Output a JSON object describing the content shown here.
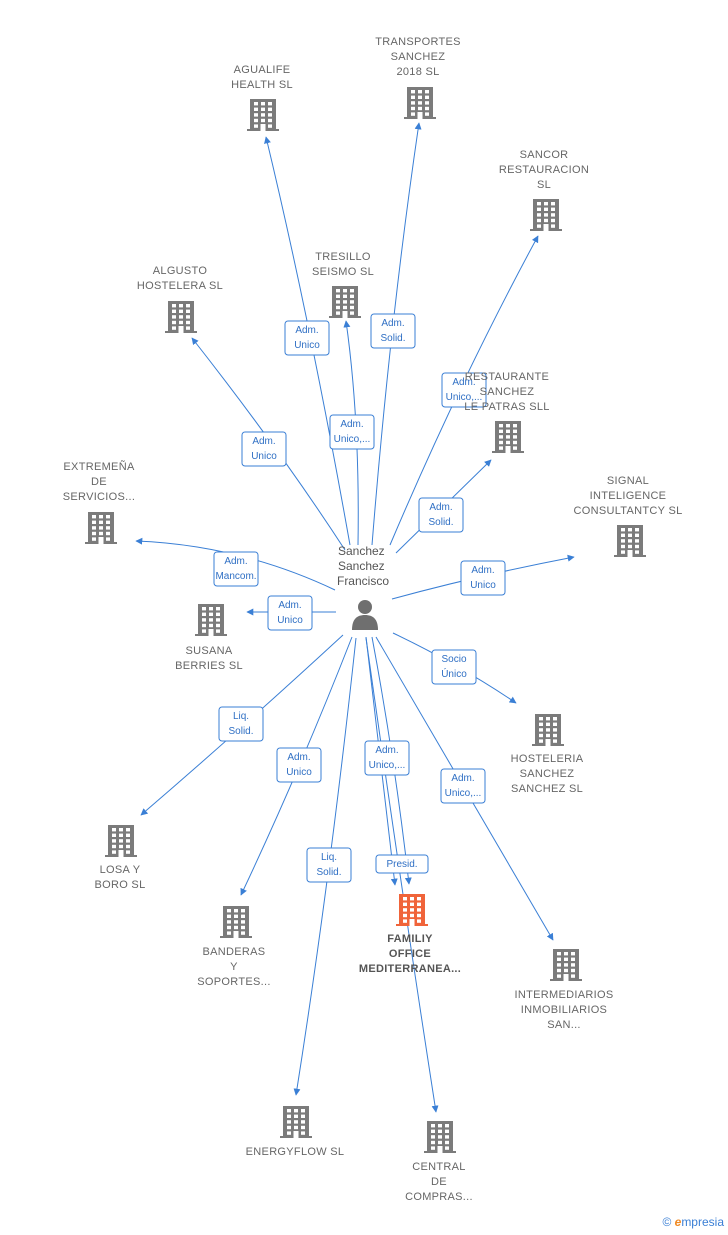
{
  "center": {
    "label": [
      "Sanchez",
      "Sanchez",
      "Francisco"
    ]
  },
  "companies": [
    {
      "id": "agualife",
      "label": [
        "AGUALIFE",
        "HEALTH SL"
      ]
    },
    {
      "id": "transportes",
      "label": [
        "TRANSPORTES",
        "SANCHEZ",
        "2018  SL"
      ]
    },
    {
      "id": "sancor",
      "label": [
        "SANCOR",
        "RESTAURACION",
        "SL"
      ]
    },
    {
      "id": "tresillo",
      "label": [
        "TRESILLO",
        "SEISMO SL"
      ]
    },
    {
      "id": "algusto",
      "label": [
        "ALGUSTO",
        "HOSTELERA SL"
      ]
    },
    {
      "id": "restaurante",
      "label": [
        "RESTAURANTE",
        "SANCHEZ",
        "LE PATRAS SLL"
      ]
    },
    {
      "id": "extremena",
      "label": [
        "EXTREMEÑA",
        "DE",
        "SERVICIOS..."
      ]
    },
    {
      "id": "signal",
      "label": [
        "SIGNAL",
        "INTELIGENCE",
        "CONSULTANTCY SL"
      ]
    },
    {
      "id": "susana",
      "label": [
        "SUSANA",
        "BERRIES  SL"
      ]
    },
    {
      "id": "hosteleria",
      "label": [
        "HOSTELERIA",
        "SANCHEZ",
        "SANCHEZ  SL"
      ]
    },
    {
      "id": "losa",
      "label": [
        "LOSA Y",
        "BORO SL"
      ]
    },
    {
      "id": "banderas",
      "label": [
        "BANDERAS",
        "Y",
        "SOPORTES..."
      ]
    },
    {
      "id": "familiy",
      "label": [
        "FAMILIY",
        "OFFICE",
        "MEDITERRANEA..."
      ],
      "highlight": true
    },
    {
      "id": "intermediarios",
      "label": [
        "INTERMEDIARIOS",
        "INMOBILIARIOS",
        "SAN..."
      ]
    },
    {
      "id": "energyflow",
      "label": [
        "ENERGYFLOW SL"
      ]
    },
    {
      "id": "central",
      "label": [
        "CENTRAL",
        "DE",
        "COMPRAS..."
      ]
    }
  ],
  "edges": [
    {
      "to": "agualife",
      "role": [
        "Adm.",
        "Unico"
      ]
    },
    {
      "to": "transportes",
      "role": [
        "Adm.",
        "Solid."
      ]
    },
    {
      "to": "sancor",
      "role": [
        "Adm.",
        "Unico,..."
      ]
    },
    {
      "to": "tresillo",
      "role": [
        "Adm.",
        "Unico,..."
      ]
    },
    {
      "to": "algusto",
      "role": [
        "Adm.",
        "Unico"
      ]
    },
    {
      "to": "restaurante",
      "role": [
        "Adm.",
        "Solid."
      ]
    },
    {
      "to": "extremena",
      "role": [
        "Adm.",
        "Mancom."
      ]
    },
    {
      "to": "signal",
      "role": [
        "Adm.",
        "Unico"
      ]
    },
    {
      "to": "susana",
      "role": [
        "Adm.",
        "Unico"
      ]
    },
    {
      "to": "hosteleria",
      "role": [
        "Socio",
        "Único"
      ]
    },
    {
      "to": "losa",
      "role": [
        "Liq.",
        "Solid."
      ]
    },
    {
      "to": "banderas",
      "role": [
        "Adm.",
        "Unico"
      ]
    },
    {
      "to": "familiy",
      "role": [
        "Adm.",
        "Unico,..."
      ]
    },
    {
      "to": "familiy",
      "role": [
        "Presid."
      ]
    },
    {
      "to": "intermediarios",
      "role": [
        "Adm.",
        "Unico,..."
      ]
    },
    {
      "to": "energyflow",
      "role": [
        "Liq.",
        "Solid."
      ]
    },
    {
      "to": "central",
      "role": []
    }
  ],
  "colors": {
    "edge": "#3a7fd5",
    "building": "#7b7b7b",
    "highlight": "#f0643a",
    "person": "#6f6f6f"
  },
  "footer": {
    "copyright": "©",
    "brand_e": "e",
    "brand_rest": "mpresia"
  }
}
